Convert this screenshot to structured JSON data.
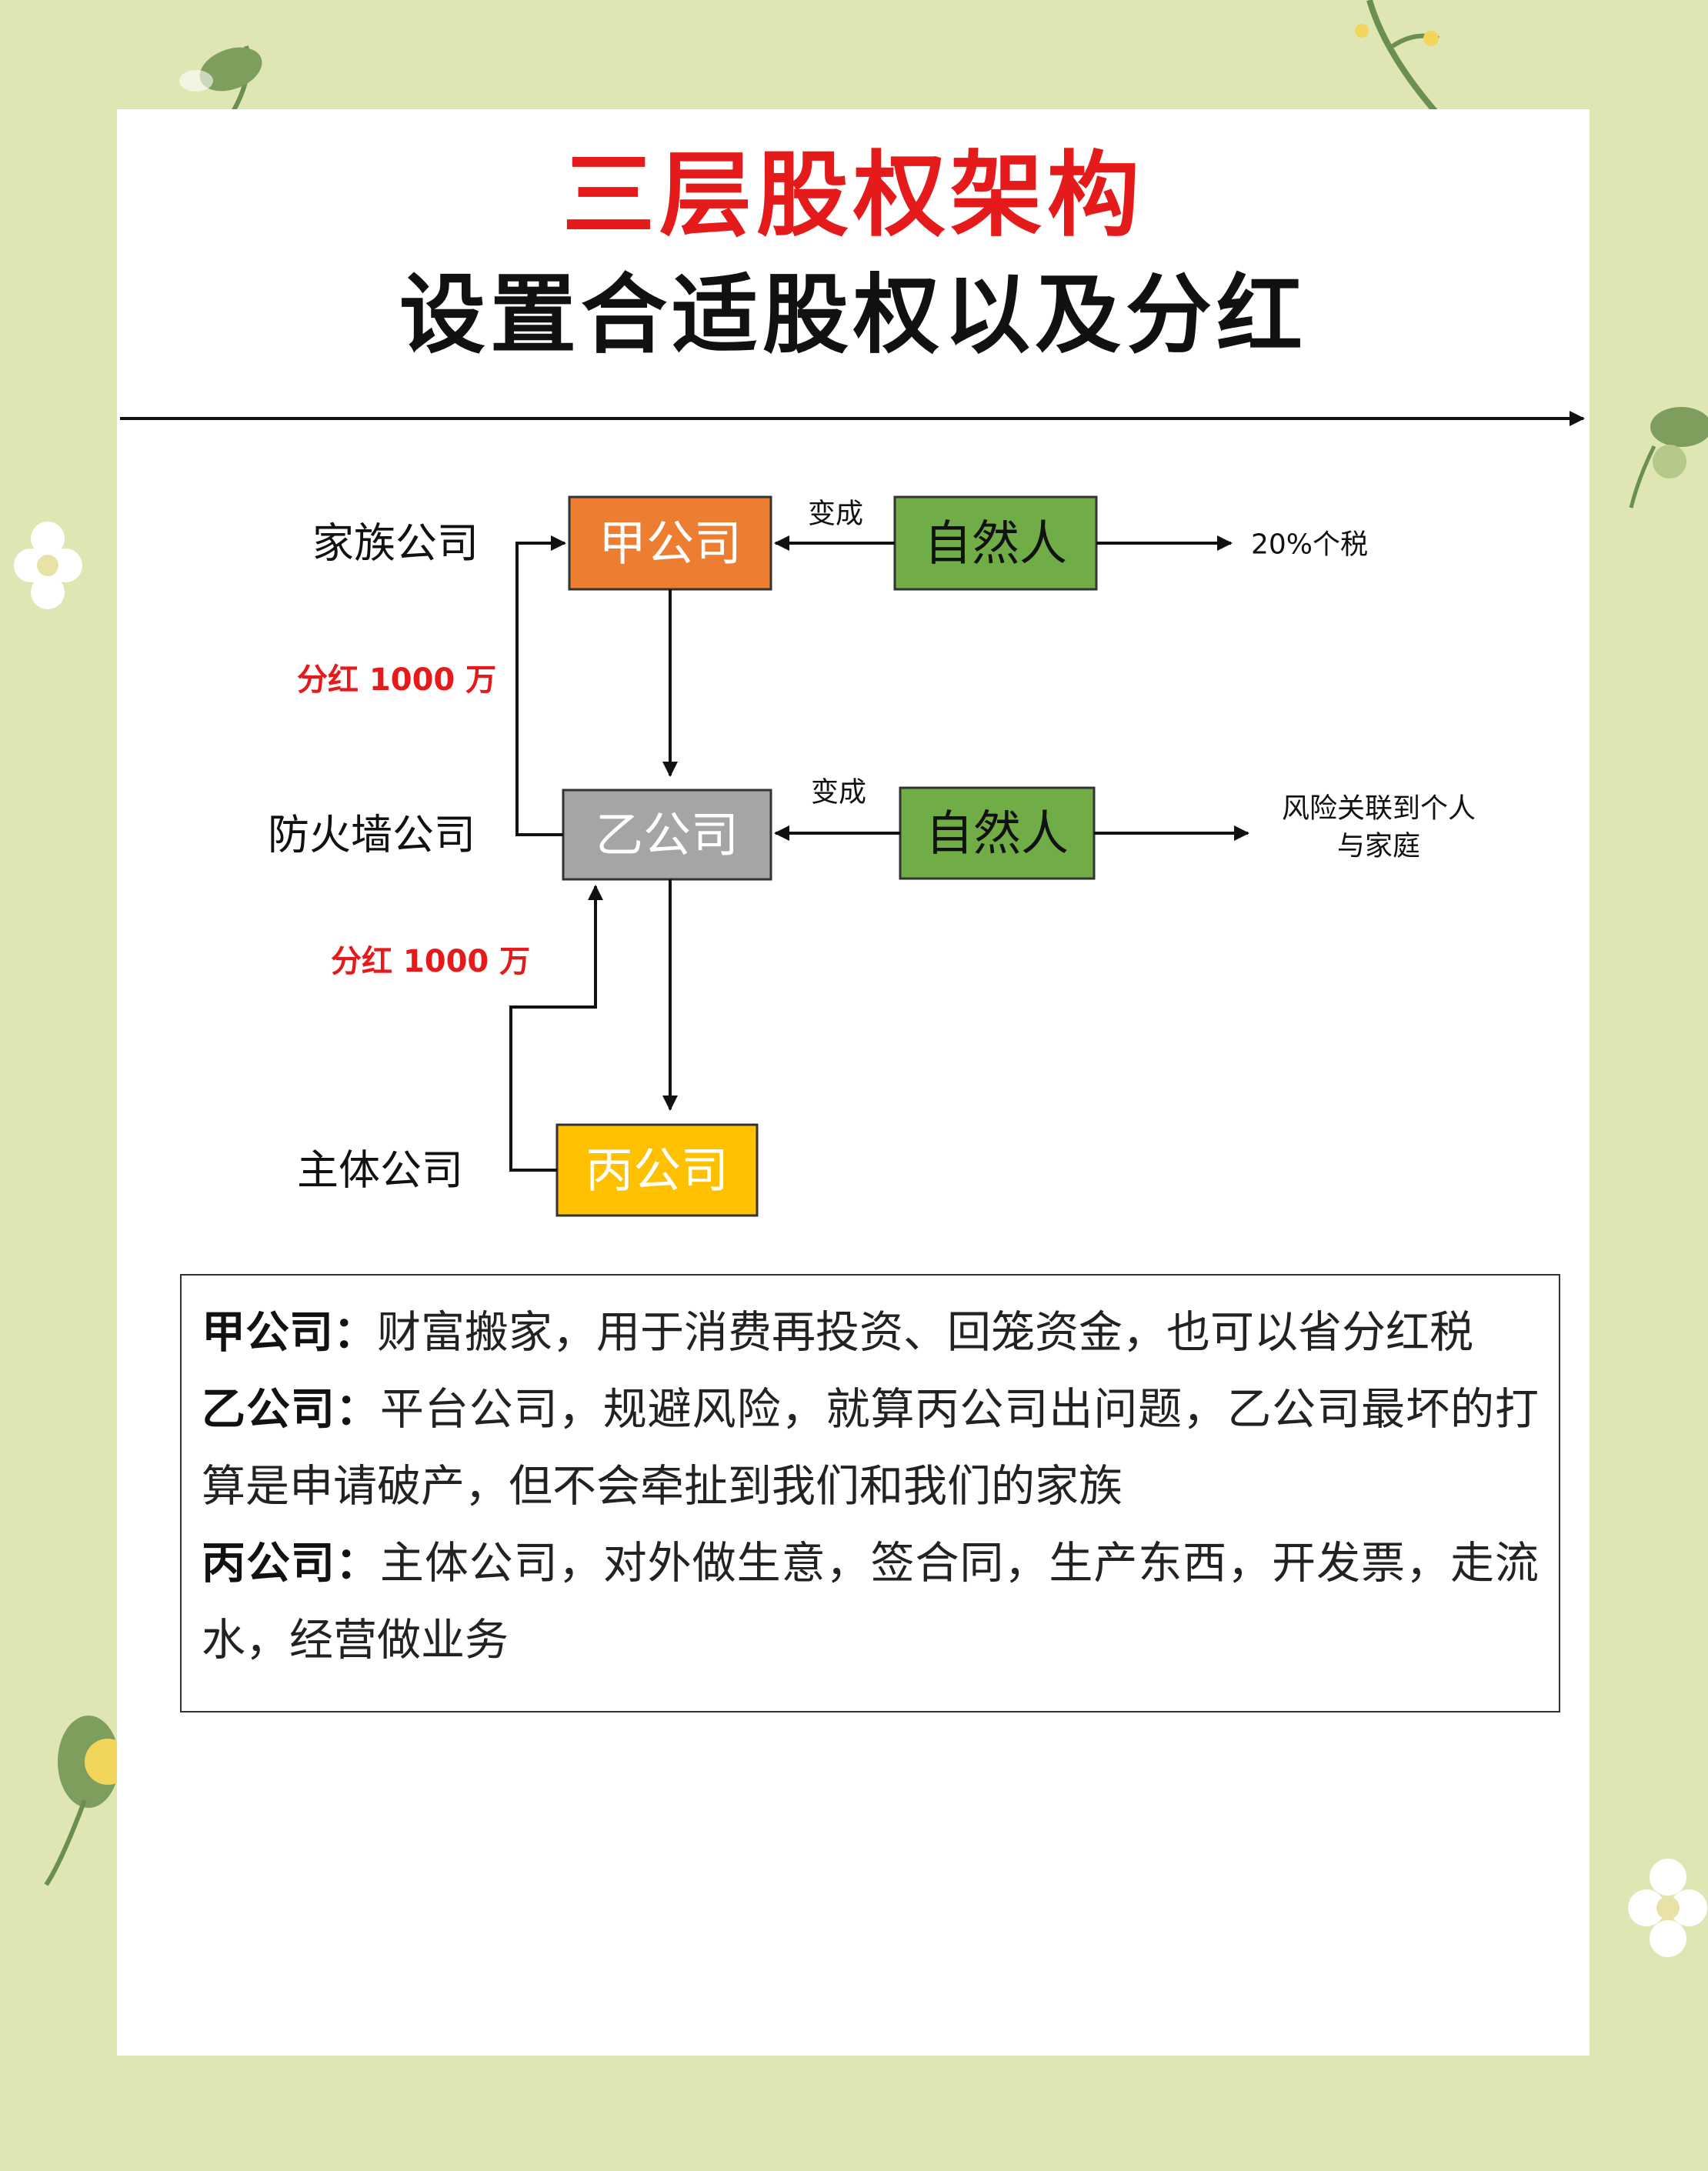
{
  "title": {
    "line1": "三层股权架构",
    "line2": "设置合适股权以及分红"
  },
  "colors": {
    "title_red": "#e51a1a",
    "box_jia": "#ed7d31",
    "box_yi": "#a5a5a5",
    "box_bing": "#ffc000",
    "box_person": "#70ad47",
    "background": "#dfe6b4"
  },
  "diagram": {
    "levels": [
      {
        "label": "家族公司",
        "company": "甲公司"
      },
      {
        "label": "防火墙公司",
        "company": "乙公司"
      },
      {
        "label": "主体公司",
        "company": "丙公司"
      }
    ],
    "persons": [
      {
        "label": "自然人",
        "relation": "变成",
        "outcome": "20%个税"
      },
      {
        "label": "自然人",
        "relation": "变成",
        "outcome_line1": "风险关联到个人",
        "outcome_line2": "与家庭"
      }
    ],
    "dividends": [
      {
        "label": "分红 1000 万"
      },
      {
        "label": "分红 1000 万"
      }
    ]
  },
  "description": {
    "items": [
      {
        "term": "甲公司：",
        "text": "财富搬家，用于消费再投资、回笼资金，也可以省分红税"
      },
      {
        "term": "乙公司：",
        "text": "平台公司，规避风险，就算丙公司出问题，乙公司最坏的打算是申请破产，但不会牵扯到我们和我们的家族"
      },
      {
        "term": "丙公司：",
        "text": "主体公司，对外做生意，签合同，生产东西，开发票，走流水，经营做业务"
      }
    ]
  }
}
